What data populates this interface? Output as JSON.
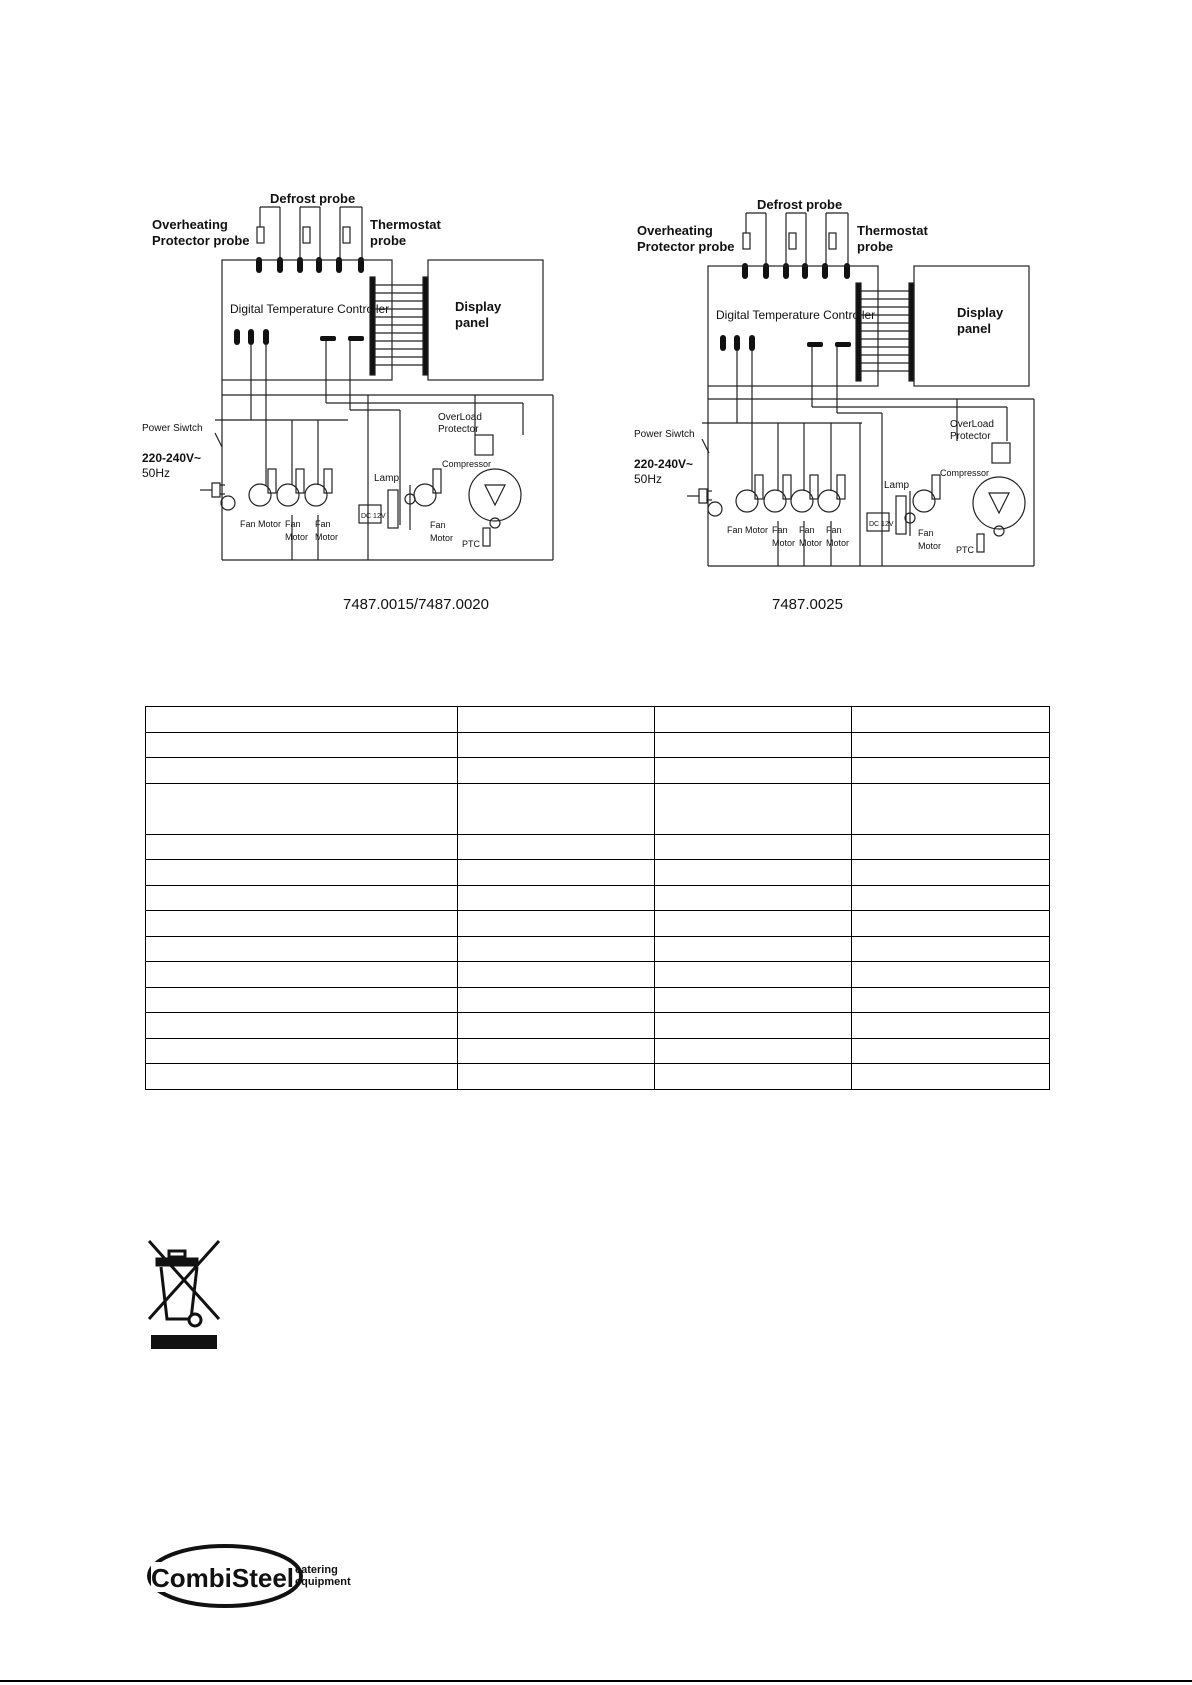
{
  "diagrams": [
    {
      "caption": "7487.0015/7487.0020",
      "labels": {
        "defrost_probe": "Defrost probe",
        "overheating": "Overheating",
        "protector_probe": "Protector probe",
        "thermostat": "Thermostat",
        "probe": "probe",
        "controller": "Digital Temperature Controller",
        "display": "Display",
        "panel": "panel",
        "power_switch": "Power Siwtch",
        "voltage": "220-240V~",
        "frequency": "50Hz",
        "overload": "OverLoad",
        "protector": "Protector",
        "compressor": "Compressor",
        "lamp": "Lamp",
        "dc": "DC 12V",
        "ptc": "PTC",
        "fan_motor": "Fan Motor",
        "fan": "Fan",
        "motor": "Motor"
      }
    },
    {
      "caption": "7487.0025",
      "labels": {
        "defrost_probe": "Defrost probe",
        "overheating": "Overheating",
        "protector_probe": "Protector probe",
        "thermostat": "Thermostat",
        "probe": "probe",
        "controller": "Digital Temperature Controller",
        "display": "Display",
        "panel": "panel",
        "power_switch": "Power Siwtch",
        "voltage": "220-240V~",
        "frequency": "50Hz",
        "overload": "OverLoad",
        "protector": "Protector",
        "compressor": "Compressor",
        "lamp": "Lamp",
        "dc": "DC 12V",
        "ptc": "PTC",
        "fan_motor": "Fan Motor",
        "fan": "Fan",
        "motor": "Motor"
      }
    }
  ],
  "table": {
    "columns": 4,
    "rows": 14,
    "tall_row_index": 3
  },
  "weee_icon": "crossed-out-wheelie-bin-icon",
  "logo": {
    "brand": "CombiSteel",
    "tagline_1": "catering",
    "tagline_2": "equipment"
  }
}
